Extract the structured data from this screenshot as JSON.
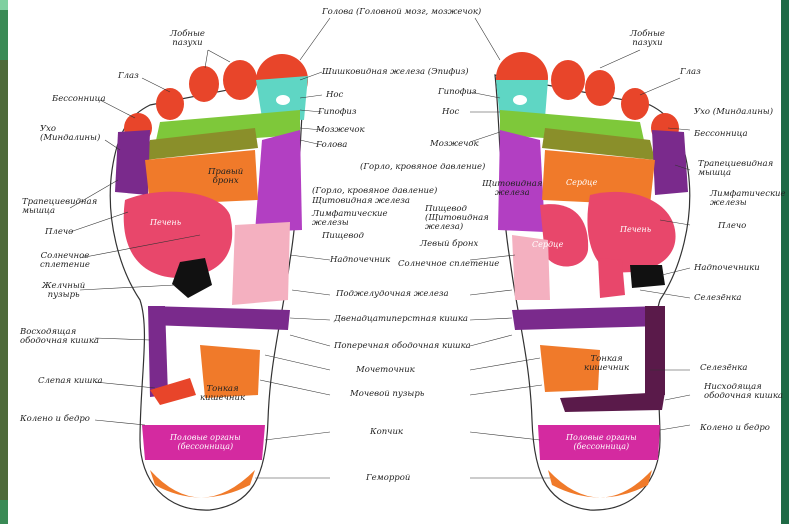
{
  "colors": {
    "toes": "#e8452a",
    "pituitary": "#5fd6c4",
    "bright_green": "#7ec83a",
    "olive": "#8a8f2a",
    "purple": "#b23fc2",
    "orange": "#f07a2a",
    "pink": "#e8476b",
    "violet": "#7a2a8c",
    "dark_purple": "#5a1a4a",
    "light_pink": "#f4b0c0",
    "magenta": "#d42aa0",
    "black": "#111111"
  },
  "labels": {
    "head": "Голова (Головной мозг, мозжечок)",
    "sinuses_l": "Лобные\nпазухи",
    "sinuses_r": "Лобные\nпазухи",
    "eye_l": "Глаз",
    "eye_r": "Глаз",
    "insomnia_l": "Бессонница",
    "insomnia_r": "Бессонница",
    "ear_l": "Ухо\n(Миндалины)",
    "ear_r": "Ухо (Миндалины)",
    "pineal": "Шишковидная железа (Эпифиз)",
    "nose_l": "Нос",
    "nose_r": "Нос",
    "hypophysis_l": "Гипофиз",
    "hypophysis_r": "Гипофиз",
    "cerebellum_l": "Мозжечок",
    "cerebellum_r": "Мозжечок",
    "head_small": "Голова",
    "throat_r": "(Горло, кровяное давление)",
    "throat_l": "(Горло, кровяное давление)",
    "thyroid": "Щитовидная железа",
    "thyroid_in": "Щитовидная\nжелеза",
    "right_bronchus": "Правый\nбронх",
    "lymph": "Лимфатические\nжелезы",
    "esophagus": "Пищевод",
    "esophagus_r": "Пищевод\n(Щитовидная\nжелеза)",
    "trapezius_l": "Трапециевидная\nмышца",
    "trapezius_r": "Трапециевидная\nмышца",
    "lymph_r": "Лимфатические\nжелезы",
    "shoulder_l": "Плечо",
    "shoulder_r": "Плечо",
    "liver": "Печень",
    "liver_r": "Печень",
    "heart": "Сердце",
    "heart_in": "Сердце",
    "left_bronchus": "Левый бронх",
    "solar_l": "Солнечное\nсплетение",
    "solar_r": "Солнечное сплетение",
    "adrenal_l": "Надпочечник",
    "adrenal_r": "Надпочечники",
    "gallbladder": "Желчный\nпузырь",
    "spleen": "Селезёнка",
    "spleen2": "Селезёнка",
    "pancreas": "Поджелудочная железа",
    "duodenum": "Двенадцатиперстная кишка",
    "transverse": "Поперечная ободочная кишка",
    "ascending": "Восходящая\nободочная кишка",
    "ureter": "Мочеточник",
    "small_int_l": "Тонкая\nкишечник",
    "small_int_r": "Тонкая\nкишечник",
    "descending": "Нисходящая\nободочная кишка",
    "cecum": "Слепая кишка",
    "bladder": "Мочевой пузырь",
    "knee_l": "Колено и бедро",
    "knee_r": "Колено и бедро",
    "coccyx": "Копчик",
    "genitals_l": "Половые органы\n(бессонница)",
    "genitals_r": "Половые органы\n(бессонница)",
    "hemorrhoids": "Геморрой"
  }
}
